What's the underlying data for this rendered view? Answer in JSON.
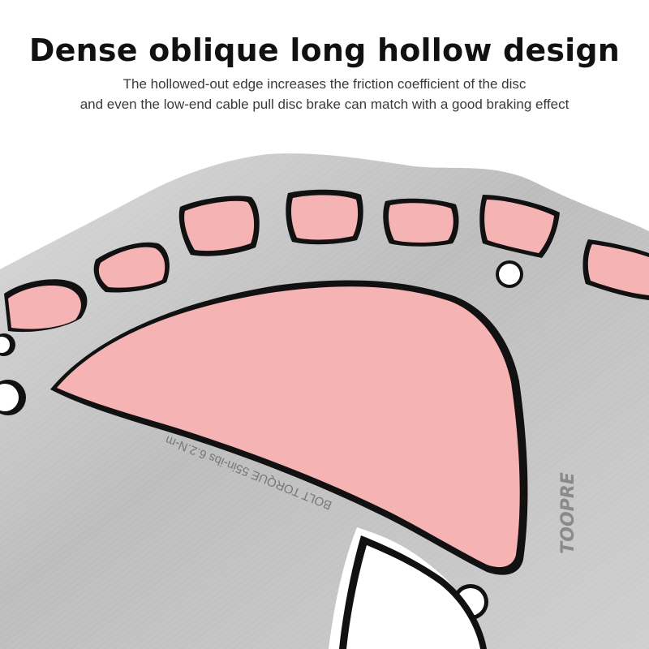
{
  "header": {
    "title": "Dense oblique long hollow design",
    "subtitle_line1": "The hollowed-out edge increases the friction coefficient of the disc",
    "subtitle_line2": "and even the low-end cable pull disc brake can match with a good braking effect"
  },
  "rotor": {
    "engraving": "BOLT TORQUE 55in-ibs 6.2.N-m",
    "brand_mark": "TOOPRE",
    "steel_color": "#c4c4c4",
    "cutout_color": "#f5b3b3",
    "shadow_color": "#111111"
  }
}
